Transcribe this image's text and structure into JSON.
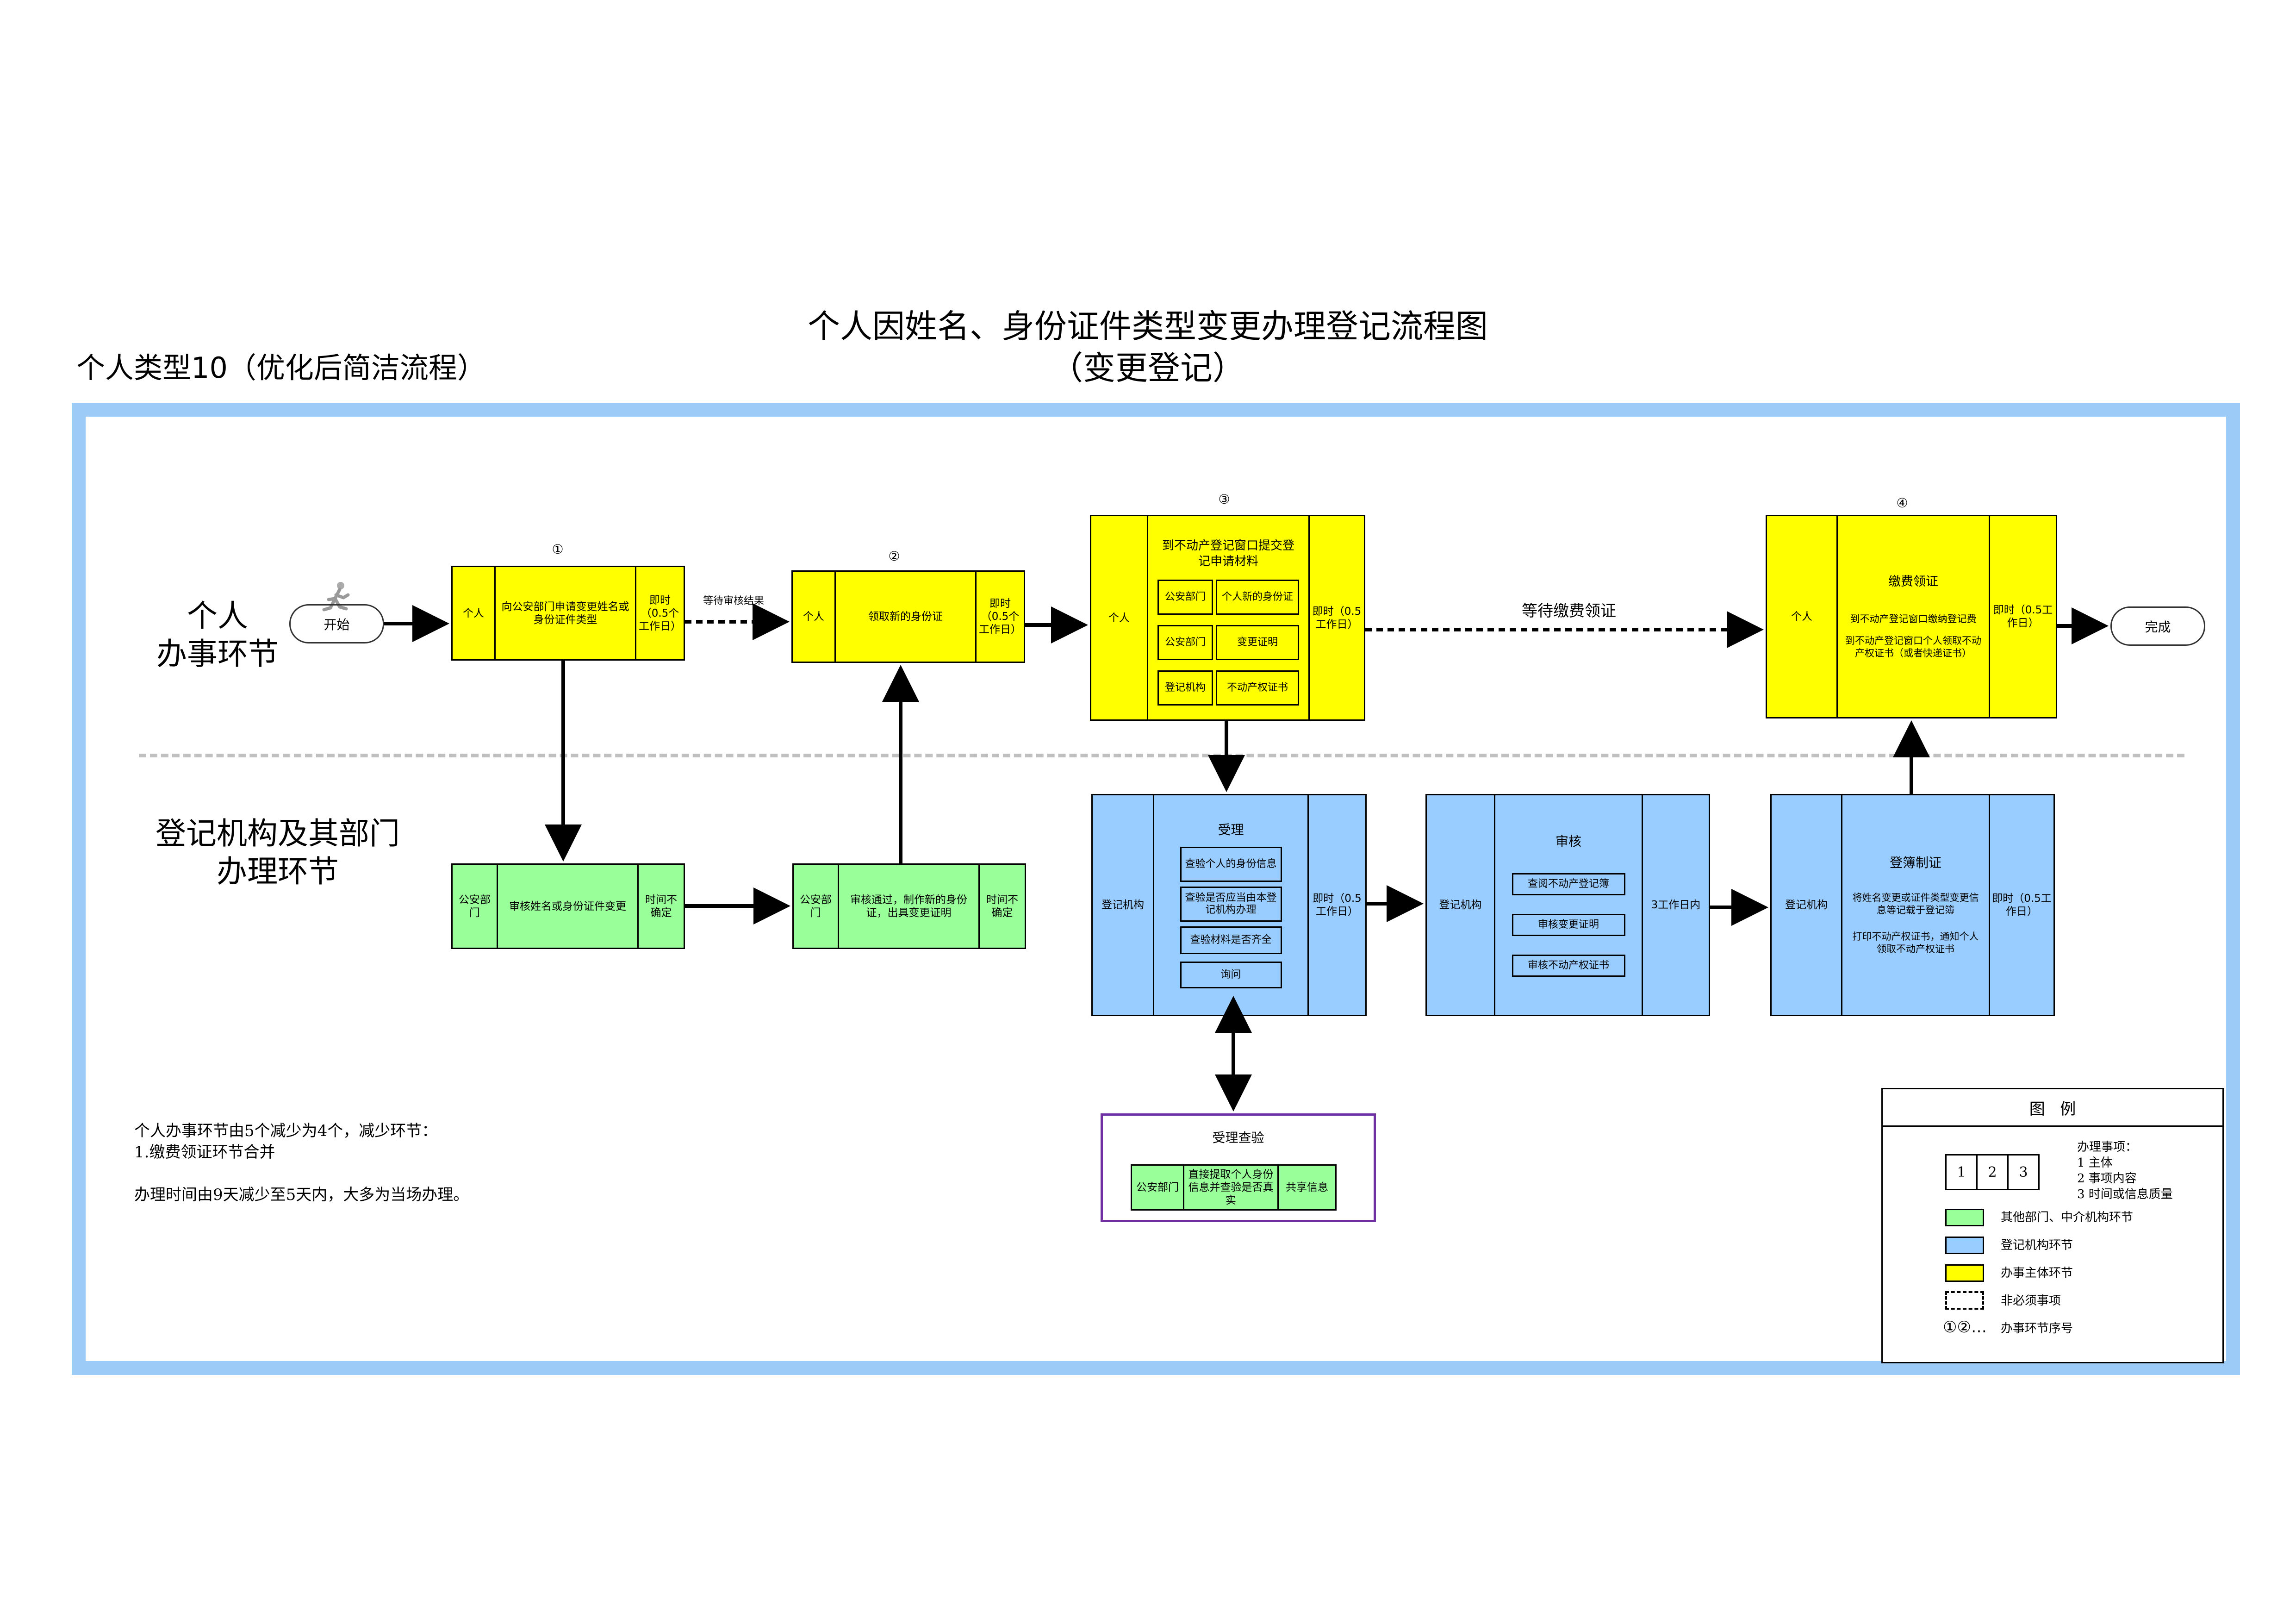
{
  "header": {
    "title_line1": "个人因姓名、身份证件类型变更办理登记流程图",
    "title_line2": "（变更登记）",
    "type_label": "个人类型10（优化后简洁流程）"
  },
  "lanes": {
    "personal_line1": "个人",
    "personal_line2": "办事环节",
    "agency_line1": "登记机构及其部门",
    "agency_line2": "办理环节"
  },
  "terminals": {
    "start": "开始",
    "end": "完成"
  },
  "step_numbers": [
    "①",
    "②",
    "③",
    "④"
  ],
  "personal_steps": {
    "s1": {
      "actor": "个人",
      "content": "向公安部门申请变更姓名或身份证件类型",
      "time": "即时（0.5个工作日）"
    },
    "s2": {
      "actor": "个人",
      "content": "领取新的身份证",
      "time": "即时（0.5个工作日）"
    },
    "s3": {
      "actor": "个人",
      "heading": "到不动产登记窗口提交登记申请材料",
      "rows": [
        {
          "org": "公安部门",
          "doc": "个人新的身份证"
        },
        {
          "org": "公安部门",
          "doc": "变更证明"
        },
        {
          "org": "登记机构",
          "doc": "不动产权证书"
        }
      ],
      "time": "即时（0.5工作日）"
    },
    "s4": {
      "actor": "个人",
      "heading": "缴费领证",
      "line1": "到不动产登记窗口缴纳登记费",
      "line2": "到不动产登记窗口个人领取不动产权证书（或者快递证书）",
      "time": "即时（0.5工作日）"
    }
  },
  "arrow_labels": {
    "wait_review": "等待审核结果",
    "wait_fee": "等待缴费领证"
  },
  "agency_steps": {
    "p1": {
      "actor": "公安部门",
      "content": "审核姓名或身份证件变更",
      "time": "时间不确定"
    },
    "p2": {
      "actor": "公安部门",
      "content": "审核通过，制作新的身份证，出具变更证明",
      "time": "时间不确定"
    },
    "accept": {
      "actor": "登记机构",
      "heading": "受理",
      "items": [
        "查验个人的身份信息",
        "查验是否应当由本登记机构办理",
        "查验材料是否齐全",
        "询问"
      ],
      "time": "即时（0.5工作日）"
    },
    "review": {
      "actor": "登记机构",
      "heading": "审核",
      "items": [
        "查阅不动产登记簿",
        "审核变更证明",
        "审核不动产权证书"
      ],
      "time": "3工作日内"
    },
    "register": {
      "actor": "登记机构",
      "heading": "登簿制证",
      "line1": "将姓名变更或证件类型变更信息等记载于登记簿",
      "line2": "打印不动产权证书，通知个人领取不动产权证书",
      "time": "即时（0.5工作日）"
    }
  },
  "verify": {
    "title": "受理查验",
    "actor": "公安部门",
    "content": "直接提取个人身份信息并查验是否真实",
    "time": "共享信息"
  },
  "notes": {
    "line1": "个人办事环节由5个减少为4个，减少环节：",
    "line2": "1.缴费领证环节合并",
    "line3": "办理时间由9天减少至5天内，大多为当场办理。"
  },
  "legend": {
    "title": "图   例",
    "cells": [
      "1",
      "2",
      "3"
    ],
    "item_title": "办理事项：",
    "item1": "1 主体",
    "item2": "2 事项内容",
    "item3": "3 时间或信息质量",
    "green": "其他部门、中介机构环节",
    "blue": "登记机构环节",
    "yellow": "办事主体环节",
    "dashed": "非必须事项",
    "seq_symbol": "①②…",
    "seq": "办事环节序号"
  },
  "colors": {
    "frame": "#9ccbf8",
    "yellow": "#ffff00",
    "blue": "#99ccff",
    "green": "#99ff99",
    "purple": "#7030a0"
  }
}
